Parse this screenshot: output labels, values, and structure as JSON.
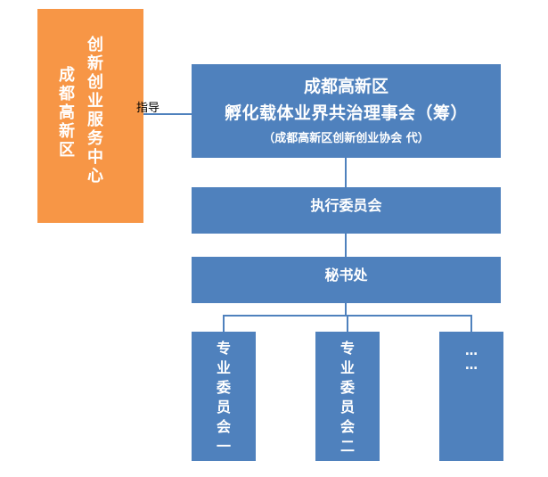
{
  "center": {
    "col_right": [
      "创",
      "新",
      "创",
      "业",
      "服",
      "务",
      "中",
      "心"
    ],
    "col_left": [
      "成",
      "都",
      "高",
      "新",
      "区"
    ]
  },
  "guide_label": "指导",
  "council": {
    "line1": "成都高新区",
    "line2": "孵化载体业界共治理事会（筹）",
    "line3": "（成都高新区创新创业协会 代）"
  },
  "executive": "执行委员会",
  "secretariat": "秘书处",
  "committees": [
    [
      "专",
      "业",
      "委",
      "员",
      "会",
      "一"
    ],
    [
      "专",
      "业",
      "委",
      "员",
      "会",
      "二"
    ],
    [
      "…",
      "…"
    ]
  ],
  "colors": {
    "blue": "#4f81bd",
    "orange": "#f79646"
  }
}
